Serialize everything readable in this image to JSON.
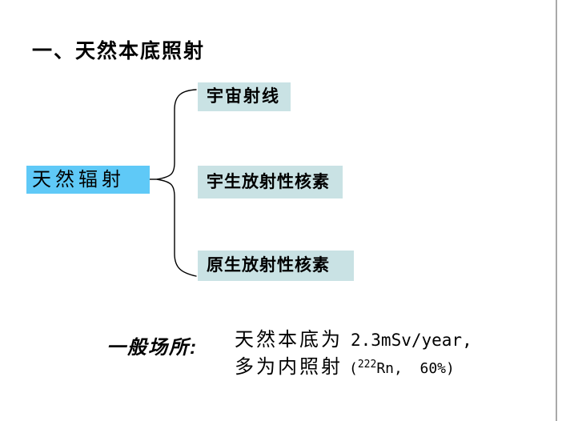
{
  "page": {
    "title": "一、天然本底照射"
  },
  "diagram": {
    "root_label": "天然辐射",
    "branches": [
      {
        "label": "宇宙射线"
      },
      {
        "label": "宇生放射性核素"
      },
      {
        "label": "原生放射性核素"
      }
    ]
  },
  "note": {
    "lead": "一般场所:",
    "line1_cn": "天然本底为",
    "line1_value": "2.3mSv/year,",
    "line2_cn": "多为内照射",
    "line2_open_paren": "(",
    "line2_superscript": "222",
    "line2_rest": "Rn,  60%)"
  },
  "colors": {
    "root_box_bg": "#5FC9F7",
    "branch_box_bg": "#C9E2E4",
    "text": "#000000",
    "edge_line": "#A9A9A9"
  }
}
